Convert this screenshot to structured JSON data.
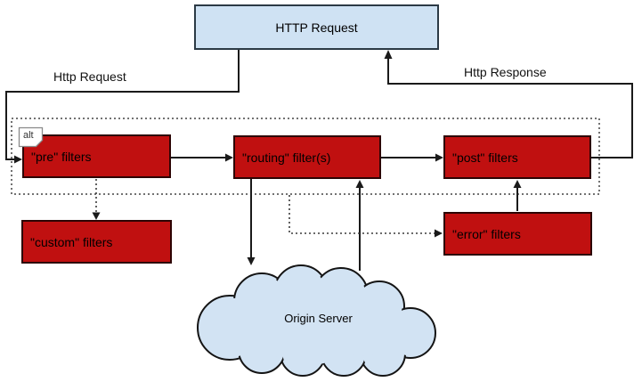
{
  "diagram": {
    "nodes": {
      "http_request": "HTTP Request",
      "pre": "\"pre\" filters",
      "routing": "\"routing\" filter(s)",
      "post": "\"post\" filters",
      "custom": "\"custom\" filters",
      "error": "\"error\" filters",
      "origin_server": "Origin Server"
    },
    "fragment_label": "alt",
    "edge_labels": {
      "request": "Http Request",
      "response": "Http Response"
    },
    "colors": {
      "filter_node_fill": "#c01010",
      "filter_node_border": "#2d0404",
      "request_node_fill": "#cfe2f3",
      "request_node_border": "#2c3a45",
      "cloud_fill": "#d2e3f3",
      "line": "#1a1a1a",
      "background": "#ffffff"
    }
  }
}
